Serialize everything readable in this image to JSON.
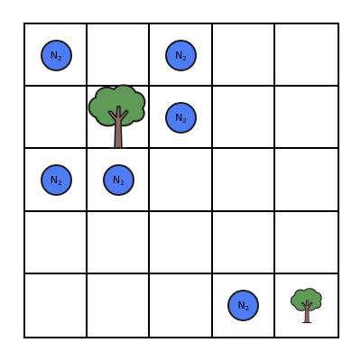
{
  "board": {
    "rows": 5,
    "cols": 5,
    "cells": [
      [
        {
          "item": "n2"
        },
        {
          "item": ""
        },
        {
          "item": "n2"
        },
        {
          "item": ""
        },
        {
          "item": ""
        }
      ],
      [
        {
          "item": ""
        },
        {
          "item": "tree",
          "size": "large"
        },
        {
          "item": "n2"
        },
        {
          "item": ""
        },
        {
          "item": ""
        }
      ],
      [
        {
          "item": "n2"
        },
        {
          "item": "n2"
        },
        {
          "item": ""
        },
        {
          "item": ""
        },
        {
          "item": ""
        }
      ],
      [
        {
          "item": ""
        },
        {
          "item": ""
        },
        {
          "item": ""
        },
        {
          "item": ""
        },
        {
          "item": ""
        }
      ],
      [
        {
          "item": ""
        },
        {
          "item": ""
        },
        {
          "item": ""
        },
        {
          "item": "n2"
        },
        {
          "item": "tree",
          "size": "small"
        }
      ]
    ]
  },
  "token_label": {
    "main": "N",
    "sub": "2"
  },
  "colors": {
    "token_fill": "#4d7cf5",
    "token_stroke": "#1c1c1c",
    "foliage": "#5f9a56",
    "trunk": "#8c6a60",
    "grid_line": "#000000"
  },
  "icons": {
    "token": "nitrogen-molecule-icon",
    "tree": "tree-icon"
  }
}
